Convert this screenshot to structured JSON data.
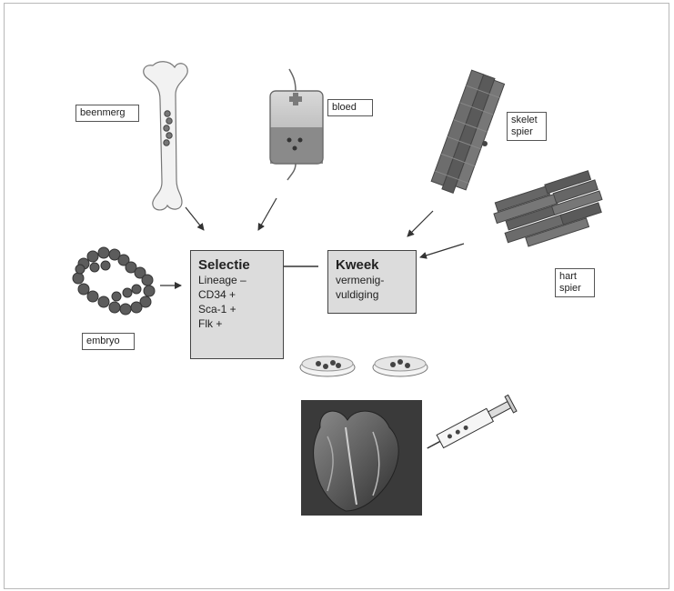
{
  "labels": {
    "beenmerg": "beenmerg",
    "bloed": "bloed",
    "skelet_spier": [
      "skelet",
      "spier"
    ],
    "hart_spier": [
      "hart",
      "spier"
    ],
    "embryo": "embryo"
  },
  "selectie": {
    "title": "Selectie",
    "lines": [
      "Lineage –",
      "CD34 +",
      "Sca-1 +",
      "Flk +"
    ]
  },
  "kweek": {
    "title": "Kweek",
    "lines": [
      "vermenig-",
      "vuldiging"
    ]
  },
  "colors": {
    "box_fill": "#dcdcdc",
    "border": "#444444",
    "frame": "#b9b9b9"
  }
}
